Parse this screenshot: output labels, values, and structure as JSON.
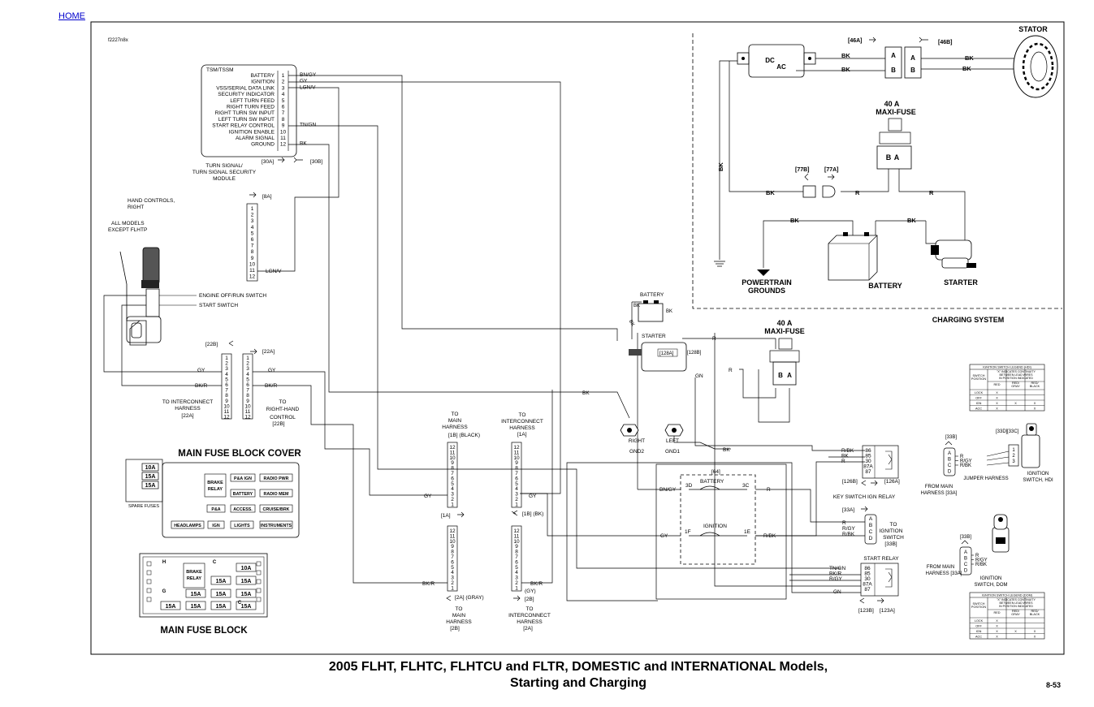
{
  "nav": {
    "home": "HOME"
  },
  "page": {
    "title_line1": "2005 FLHT, FLHTC, FLHTCU and FLTR, DOMESTIC and INTERNATIONAL Models,",
    "title_line2": "Starting and Charging",
    "page_number": "8-53",
    "figure_id": "f2227n8x"
  },
  "tsm": {
    "title": "TSM/TSSM",
    "pins": [
      {
        "n": "1",
        "label": "BATTERY",
        "wire": "BN/GY"
      },
      {
        "n": "2",
        "label": "IGNITION",
        "wire": "GY"
      },
      {
        "n": "3",
        "label": "VSS/SERIAL DATA LINK",
        "wire": "LGN/V"
      },
      {
        "n": "4",
        "label": "SECURITY INDICATOR",
        "wire": ""
      },
      {
        "n": "5",
        "label": "LEFT TURN FEED",
        "wire": ""
      },
      {
        "n": "6",
        "label": "RIGHT TURN FEED",
        "wire": ""
      },
      {
        "n": "7",
        "label": "RIGHT TURN SW INPUT",
        "wire": ""
      },
      {
        "n": "8",
        "label": "LEFT TURN SW INPUT",
        "wire": ""
      },
      {
        "n": "9",
        "label": "START RELAY CONTROL",
        "wire": "TN/GN"
      },
      {
        "n": "10",
        "label": "IGNITION ENABLE",
        "wire": ""
      },
      {
        "n": "11",
        "label": "ALARM SIGNAL",
        "wire": ""
      },
      {
        "n": "12",
        "label": "GROUND",
        "wire": "BK"
      }
    ],
    "conn_a": "[30A]",
    "conn_b": "[30B]",
    "caption1": "TURN SIGNAL/",
    "caption2": "TURN SIGNAL SECURITY",
    "caption3": "MODULE"
  },
  "conn8a": {
    "label": "[8A]",
    "pins": [
      "1",
      "2",
      "3",
      "4",
      "5",
      "6",
      "7",
      "8",
      "9",
      "10",
      "11",
      "12"
    ],
    "wire": "LGN/V"
  },
  "hand_controls": {
    "line1": "HAND CONTROLS,",
    "line2": "RIGHT",
    "line3": "ALL MODELS",
    "line4": "EXCEPT    FLHTP",
    "engine_switch": "ENGINE OFF/RUN SWITCH",
    "start_switch": "START SWITCH"
  },
  "conn22": {
    "label_b": "[22B]",
    "label_a": "[22A]",
    "pins": [
      "1",
      "2",
      "3",
      "4",
      "5",
      "6",
      "7",
      "8",
      "9",
      "10",
      "11",
      "12"
    ],
    "wire_gy": "GY",
    "wire_bkr": "BK/R",
    "left_caption": [
      "TO INTERCONNECT",
      "HARNESS",
      "[22A]"
    ],
    "right_caption": [
      "TO",
      "RIGHT-HAND",
      "CONTROL",
      "[22B]"
    ]
  },
  "fuse_cover": {
    "title": "MAIN FUSE BLOCK COVER",
    "spares": [
      "10A",
      "15A",
      "15A"
    ],
    "spare_label": "SPARE FUSES",
    "brake_relay": [
      "BRAKE",
      "RELAY"
    ],
    "slots": [
      "P&A IGN",
      "RADIO PWR",
      "BATTERY",
      "RADIO MEM",
      "P&A",
      "ACCESS.",
      "CRUISE/BRK",
      "HEADLAMPS",
      "IGN",
      "LIGHTS",
      "INSTRUMENTS"
    ]
  },
  "fuse_block": {
    "title": "MAIN FUSE BLOCK",
    "brake_relay": [
      "BRAKE",
      "RELAY"
    ],
    "fuses": [
      "10A",
      "15A",
      "15A",
      "15A",
      "15A",
      "15A",
      "15A",
      "15A",
      "15A",
      "15A"
    ],
    "letters": [
      "H",
      "G",
      "C",
      "C"
    ]
  },
  "conn1b": {
    "caption": [
      "TO",
      "MAIN",
      "HARNESS"
    ],
    "label": "[1B]  (BLACK)",
    "pins": [
      "12",
      "11",
      "10",
      "9",
      "8",
      "7",
      "6",
      "5",
      "4",
      "3",
      "2",
      "1"
    ],
    "wire": "GY",
    "bottom_label": "[1A]"
  },
  "conn1a": {
    "caption": [
      "TO",
      "INTERCONNECT",
      "HARNESS"
    ],
    "label": "[1A]",
    "pins": [
      "12",
      "11",
      "10",
      "9",
      "8",
      "7",
      "6",
      "5",
      "4",
      "3",
      "2",
      "1"
    ],
    "wire": "GY",
    "bottom_label": "[1B]  (BK)"
  },
  "conn2a": {
    "pins": [
      "12",
      "11",
      "10",
      "9",
      "8",
      "7",
      "6",
      "5",
      "4",
      "3",
      "2",
      "1"
    ],
    "wire": "BK/R",
    "bottom_label": "[2A]  (GRAY)",
    "caption": [
      "TO",
      "MAIN",
      "HARNESS",
      "[2B]"
    ]
  },
  "conn2b": {
    "top_label": "(GY)",
    "pins": [
      "12",
      "11",
      "10",
      "9",
      "8",
      "7",
      "6",
      "5",
      "4",
      "3",
      "2",
      "1"
    ],
    "wire": "BK/R",
    "bottom_label": "[2B]",
    "caption": [
      "TO",
      "INTERCONNECT",
      "HARNESS",
      "[2A]"
    ]
  },
  "starter_area": {
    "battery": "BATTERY",
    "starter": "STARTER",
    "bk": "BK",
    "c128a": "[128A]",
    "c128b": "[128B]",
    "r": "R",
    "gn": "GN",
    "gnd2": [
      "RIGHT",
      "GND2"
    ],
    "gnd1": [
      "LEFT",
      "GND1"
    ]
  },
  "maxi_fuse_mid": {
    "title1": "40 A",
    "title2": "MAXI-FUSE",
    "b": "B",
    "a": "A",
    "r": "R"
  },
  "fuse64": {
    "label": "[64]",
    "battery": "BATTERY",
    "ignition": "IGNITION",
    "p3d": "3D",
    "p3c": "3C",
    "p1f": "1F",
    "p1e": "1E",
    "wire_bngy": "BN/GY",
    "wire_gy": "GY",
    "wire_r": "R",
    "wire_rbk": "R/BK"
  },
  "ign_relay": {
    "pins": [
      "86",
      "85",
      "30",
      "87A",
      "87"
    ],
    "wires": [
      "R/BK",
      "BK",
      "R"
    ],
    "label": "[126B]",
    "label2": "[126A]",
    "caption": "KEY SWITCH  IGN  RELAY"
  },
  "ign_switch_conn": {
    "label": "[33A]",
    "pins": [
      "A",
      "B",
      "C",
      "D"
    ],
    "wires": [
      "R",
      "R/GY",
      "R/BK"
    ],
    "caption": [
      "TO",
      "IGNITION",
      "SWITCH",
      "[33B]"
    ]
  },
  "start_relay": {
    "title": "START RELAY",
    "pins": [
      "86",
      "85",
      "30",
      "87A",
      "87"
    ],
    "wires": [
      "TN/GN",
      "BK/R",
      "R/GY"
    ],
    "gn": "GN",
    "label_b": "[123B]",
    "label_a": "[123A]"
  },
  "charging": {
    "stator": "STATOR",
    "c46a": "[46A]",
    "c46b": "[46B]",
    "bk": "BK",
    "dc": "DC",
    "ac": "AC",
    "a": "A",
    "b": "B",
    "maxi1": "40 A",
    "maxi2": "MAXI-FUSE",
    "c77b": "[77B]",
    "c77a": "[77A]",
    "r": "R",
    "powertrain": [
      "POWERTRAIN",
      "GROUNDS"
    ],
    "battery": "BATTERY",
    "starter": "STARTER",
    "title": "CHARGING SYSTEM"
  },
  "hdi": {
    "legend_title": "IGNITION SWITCH LEGEND (HDI)",
    "legend_note": [
      "\"X\" INDICATES CONTINUITY",
      "BETWEEN LEAD WIRES",
      "IN POSITION INDICATED"
    ],
    "col_pos": [
      "SWITCH",
      "POSITION"
    ],
    "col_red": "RED",
    "col_redgray": [
      "RED/",
      "GRAY"
    ],
    "col_redblack": [
      "RED/",
      "BLACK"
    ],
    "rows": [
      {
        "pos": "LOCK",
        "red": "X",
        "rg": "",
        "rb": ""
      },
      {
        "pos": "OFF",
        "red": "X",
        "rg": "",
        "rb": ""
      },
      {
        "pos": "IGN",
        "red": "X",
        "rg": "X",
        "rb": "X"
      },
      {
        "pos": "ACC",
        "red": "X",
        "rg": "",
        "rb": "X"
      }
    ],
    "c33b": "[33B]",
    "c33d": "[33D]",
    "c33c": "[33C]",
    "pins": [
      "A",
      "B",
      "C",
      "D"
    ],
    "wires": [
      "R",
      "R/GY",
      "R/BK"
    ],
    "pins3": [
      "1",
      "2",
      "3"
    ],
    "from_main": [
      "FROM MAIN",
      "HARNESS [33A]"
    ],
    "jumper": "JUMPER HARNESS",
    "switch": [
      "IGNITION",
      "SWITCH, HDI"
    ]
  },
  "dom": {
    "legend_title": "IGNITION SWITCH LEGEND (DOM)",
    "legend_note": [
      "\"X\" INDICATES CONTINUITY",
      "BETWEEN LEAD WIRES",
      "IN POSITION INDICATED"
    ],
    "col_pos": [
      "SWITCH",
      "POSITION"
    ],
    "col_red": "RED",
    "col_redgray": [
      "RED/",
      "GRAY"
    ],
    "col_redblack": [
      "RED/",
      "BLACK"
    ],
    "rows": [
      {
        "pos": "LOCK",
        "red": "X",
        "rg": "",
        "rb": ""
      },
      {
        "pos": "OFF",
        "red": "X",
        "rg": "",
        "rb": ""
      },
      {
        "pos": "IGN",
        "red": "X",
        "rg": "X",
        "rb": "X"
      },
      {
        "pos": "ACC",
        "red": "X",
        "rg": "",
        "rb": "X"
      }
    ],
    "c33b": "[33B]",
    "pins": [
      "A",
      "B",
      "C",
      "D"
    ],
    "wires": [
      "R",
      "R/GY",
      "R/BK"
    ],
    "from_main": [
      "FROM MAIN",
      "HARNESS [33A]"
    ],
    "switch": [
      "IGNITION",
      "SWITCH, DOM"
    ]
  }
}
